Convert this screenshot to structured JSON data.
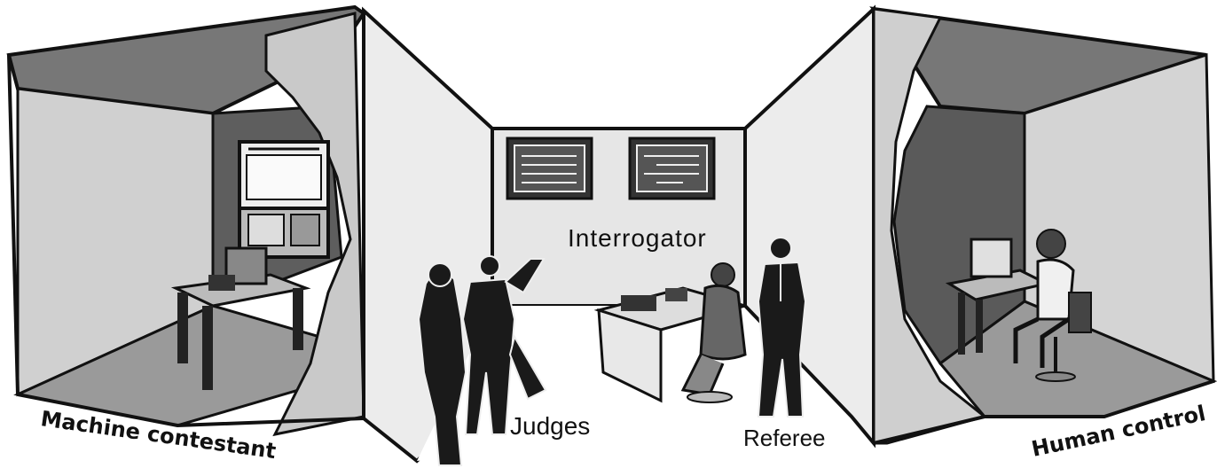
{
  "labels": {
    "interrogator": "Interrogator",
    "judges": "Judges",
    "referee": "Referee",
    "machine_contestant": "Machine contestant",
    "human_control": "Human control"
  },
  "colors": {
    "ink": "#111111",
    "wall_light": "#e2e2e2",
    "wall_mid": "#bdbdbd",
    "wall_dark": "#7a7a7a",
    "wall_darker": "#5a5a5a",
    "floor": "#9a9a9a"
  }
}
